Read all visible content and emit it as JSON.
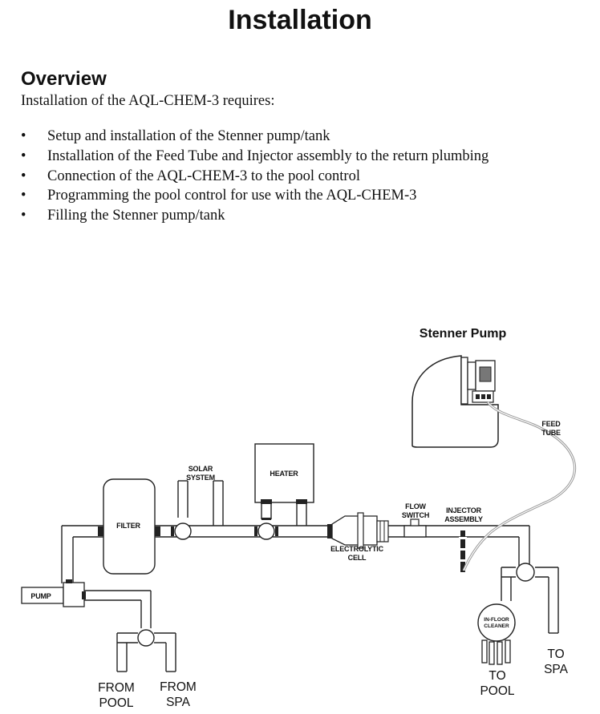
{
  "page": {
    "title": "Installation",
    "section_title": "Overview",
    "intro": "Installation of the AQL-CHEM-3 requires:",
    "bullet_glyph": "•",
    "bullets": [
      "Setup and installation of the Stenner pump/tank",
      "Installation of  the Feed Tube and Injector assembly to the return plumbing",
      "Connection of the AQL-CHEM-3 to the pool control",
      "Programming the pool control for use with the AQL-CHEM-3",
      "Filling the Stenner pump/tank"
    ]
  },
  "diagram": {
    "heading": "Stenner Pump",
    "labels": {
      "feed_tube_1": "FEED",
      "feed_tube_2": "TUBE",
      "solar_1": "SOLAR",
      "solar_2": "SYSTEM",
      "heater": "HEATER",
      "filter": "FILTER",
      "flow_1": "FLOW",
      "flow_2": "SWITCH",
      "injector_1": "INJECTOR",
      "injector_2": "ASSEMBLY",
      "cell_1": "ELECTROLYTIC",
      "cell_2": "CELL",
      "pump": "PUMP",
      "cleaner_1": "IN-FLOOR",
      "cleaner_2": "CLEANER",
      "to_spa_1": "TO",
      "to_spa_2": "SPA",
      "to_pool_1": "TO",
      "to_pool_2": "POOL",
      "from_pool_1": "FROM",
      "from_pool_2": "POOL",
      "from_spa_1": "FROM",
      "from_spa_2": "SPA"
    }
  }
}
